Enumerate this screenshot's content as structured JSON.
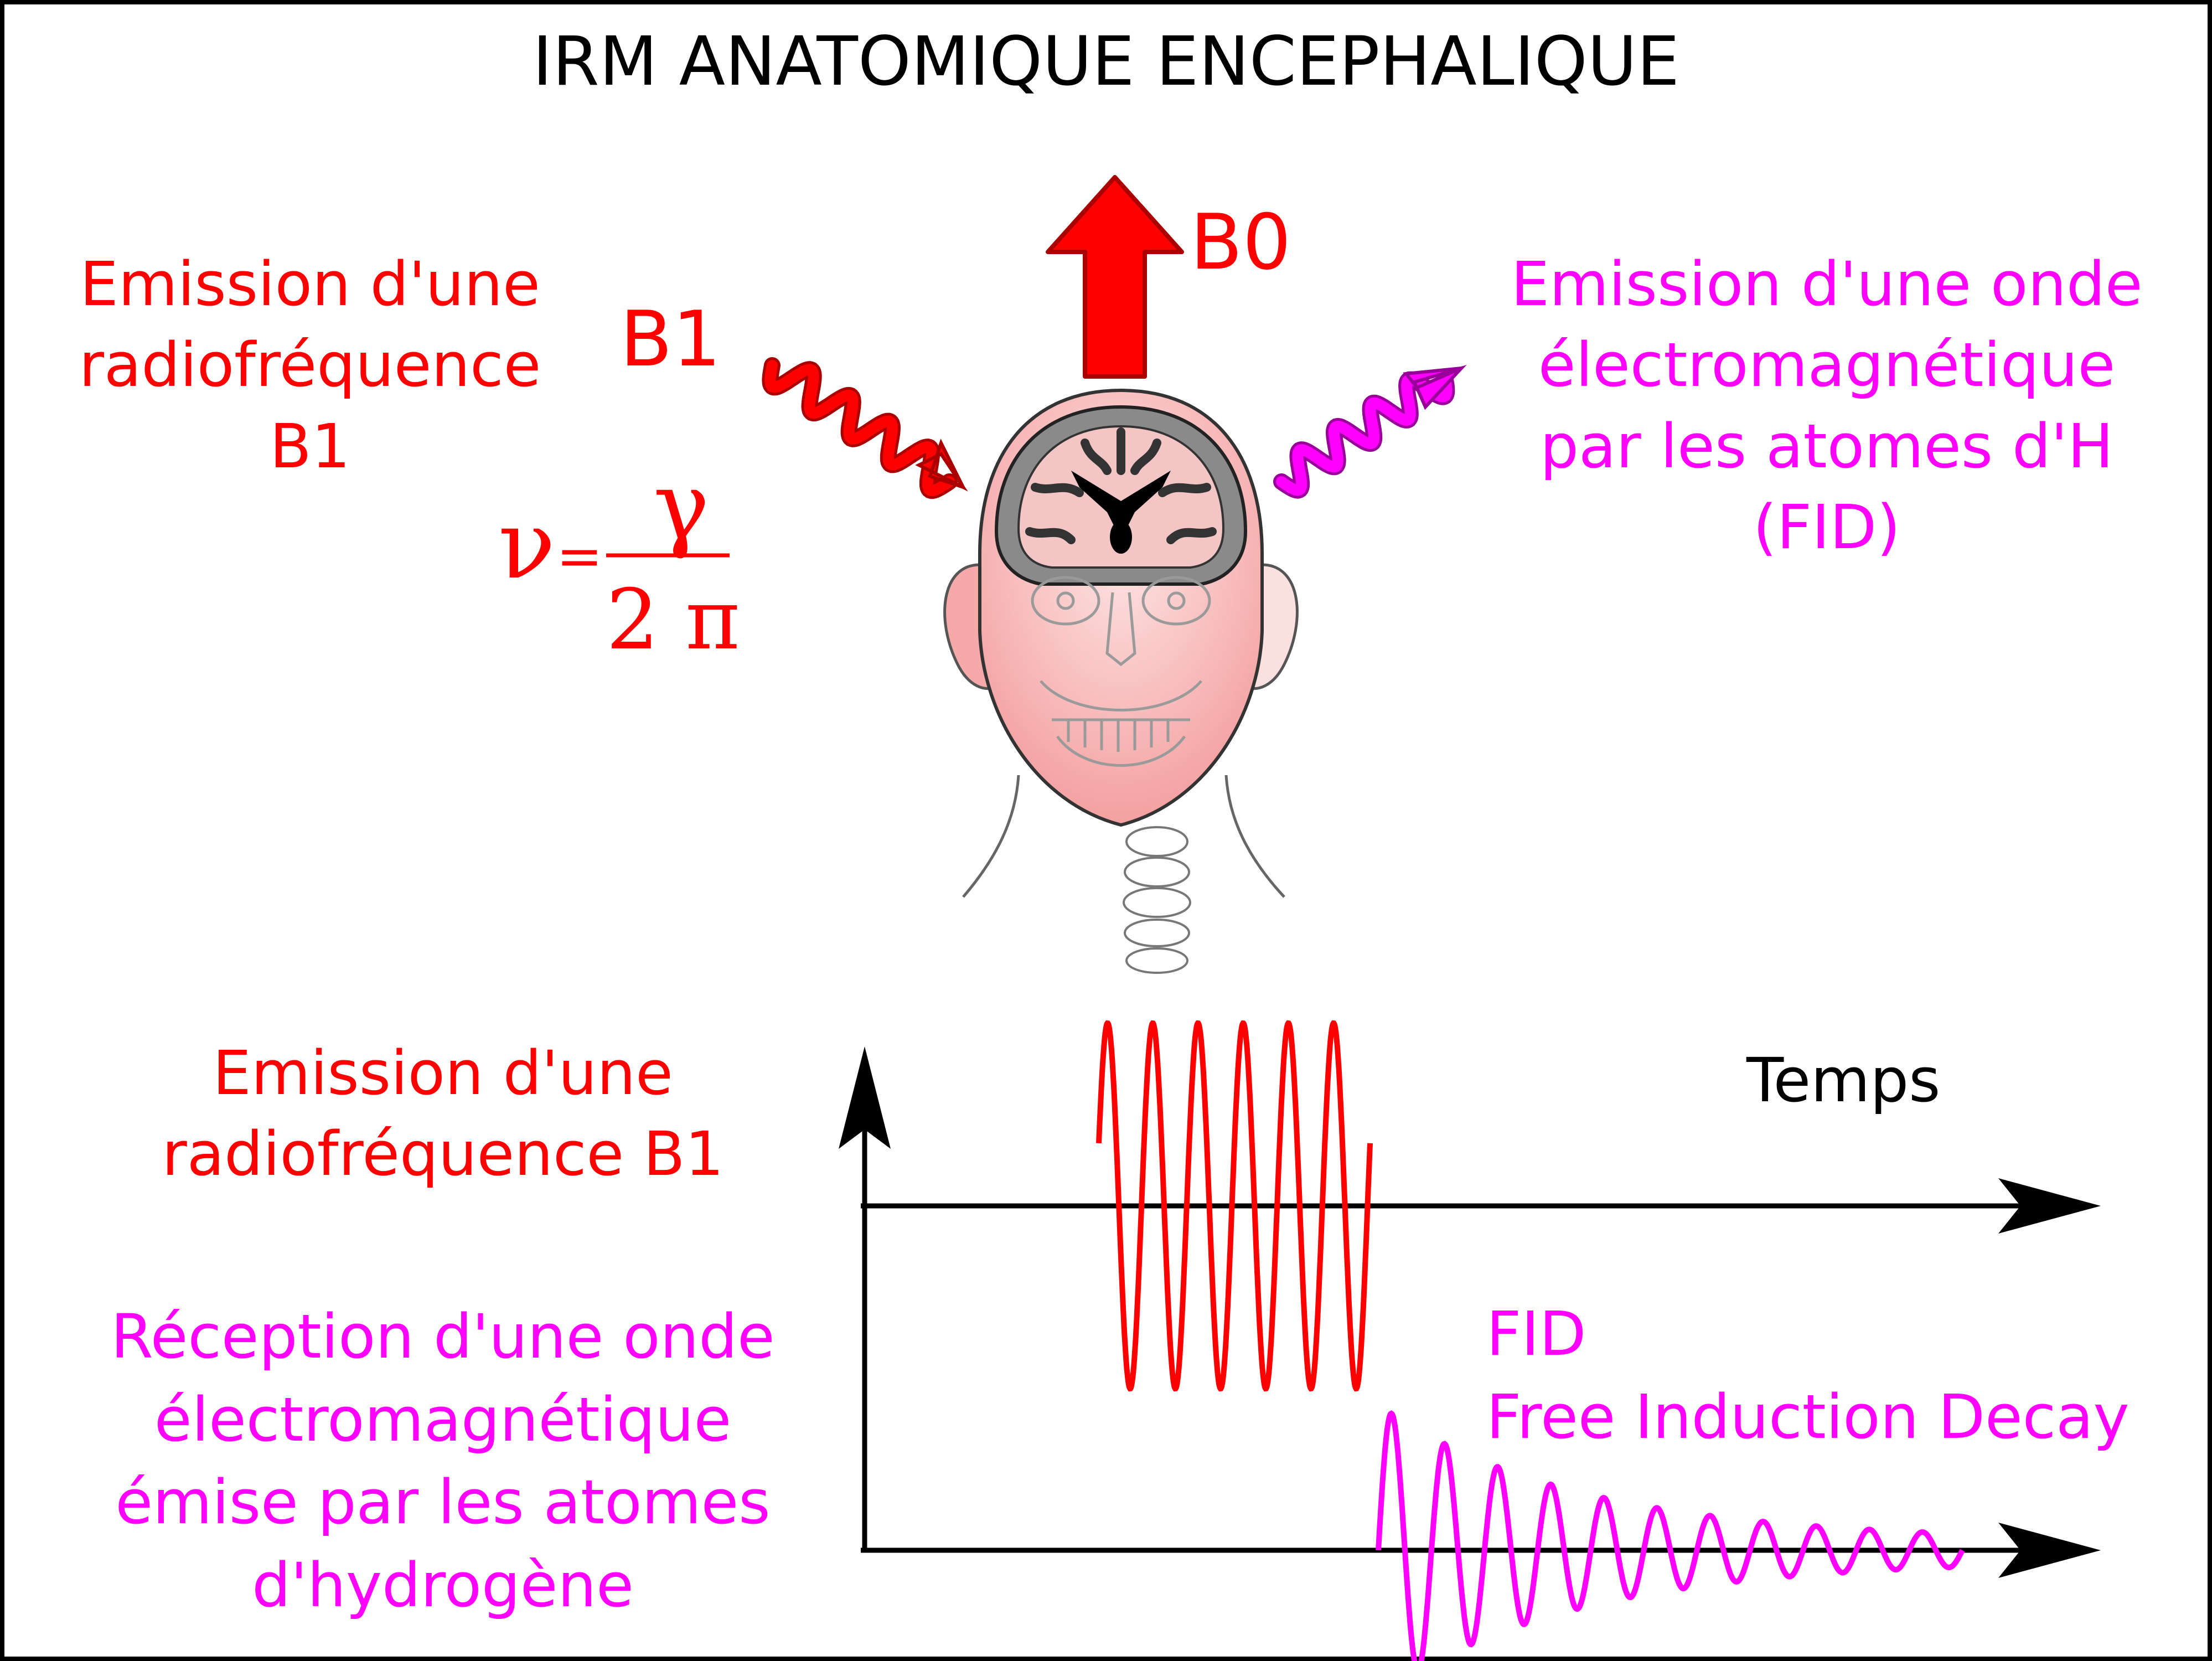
{
  "title": "IRM ANATOMIQUE ENCEPHALIQUE",
  "labels": {
    "emission_rf_b1_top": "Emission d'une\nradiofréquence\nB1",
    "b1": "B1",
    "b0": "B0",
    "emission_onde_h": "Emission d'une onde\nélectromagnétique\npar les atomes d'H\n(FID)",
    "emission_rf_b1_bottom": "Emission d'une\nradiofréquence B1",
    "temps": "Temps",
    "fid": "FID\nFree Induction Decay",
    "reception": "Réception d'une onde\nélectromagnétique\némise par les atomes\nd'hydrogène"
  },
  "formula": {
    "nu": "ν",
    "equals": "=",
    "gamma": "γ",
    "two_pi": "2 π"
  },
  "colors": {
    "red": "#ff0000",
    "magenta": "#ff00ff",
    "black": "#000000"
  },
  "icons": {
    "head": "head-anatomy-icon",
    "b0_arrow": "up-arrow-icon",
    "b1_wave": "wavy-arrow-icon",
    "fid_wave": "wavy-arrow-icon"
  }
}
